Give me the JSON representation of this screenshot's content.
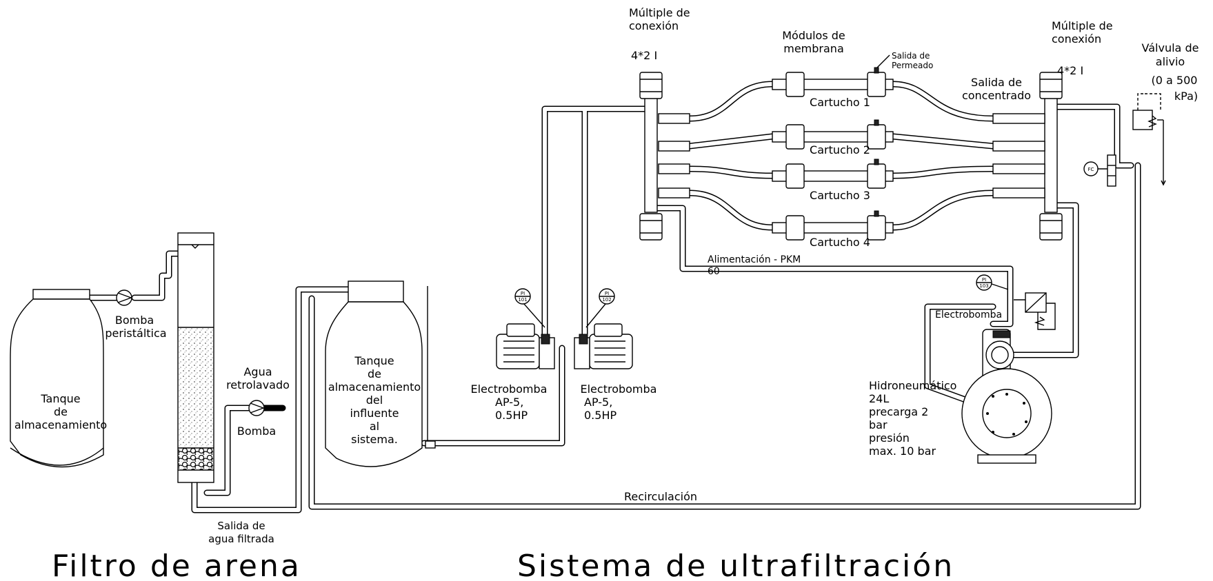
{
  "titles": {
    "sand_filter": "Filtro de arena",
    "uf_system": "Sistema de ultrafiltración"
  },
  "labels": {
    "storage_tank": [
      "Tanque",
      "de",
      "almacenamiento"
    ],
    "peristaltic_pump": [
      "Bomba",
      "peristáltica"
    ],
    "backwash_water": [
      "Agua",
      "retrolavado"
    ],
    "pump": "Bomba",
    "filtered_water_outlet": [
      "Salida de",
      "agua filtrada"
    ],
    "influent_tank": [
      "Tanque",
      "de",
      "almacenamiento",
      "del",
      "influente",
      "al",
      "sistema."
    ],
    "electropump_1": [
      "Electrobomba",
      "AP-5,",
      "0.5HP"
    ],
    "electropump_2": [
      "Electrobomba",
      "AP-5,",
      "0.5HP"
    ],
    "manifold_left": [
      "Múltiple de",
      "conexión"
    ],
    "manifold_left_size": "4*2 I",
    "manifold_right": [
      "Múltiple de",
      "conexión"
    ],
    "manifold_right_size": "4*2 I",
    "membrane_modules": [
      "Módulos de",
      "membrana"
    ],
    "permeate_outlet": [
      "Salida de",
      "Permeado"
    ],
    "concentrate_outlet": [
      "Salida de",
      "concentrado"
    ],
    "relief_valve": [
      "Válvula de",
      "alivio",
      "(0 a 500",
      "kPa)"
    ],
    "cartridges": [
      "Cartucho 1",
      "Cartucho 2",
      "Cartucho 3",
      "Cartucho 4"
    ],
    "feed_line": [
      "Alimentación - PKM",
      "60"
    ],
    "electropump_3": "Electrobomba",
    "hydropneumatic": [
      "Hidroneumático",
      "24L",
      "precarga 2",
      "bar",
      "presión",
      "max. 10 bar"
    ],
    "recirculation": "Recirculación"
  },
  "instruments": {
    "pi_101": [
      "PI",
      "101"
    ],
    "pi_102": [
      "PI",
      "102"
    ],
    "pi_103": [
      "PI",
      "103"
    ],
    "fc": "FC"
  }
}
